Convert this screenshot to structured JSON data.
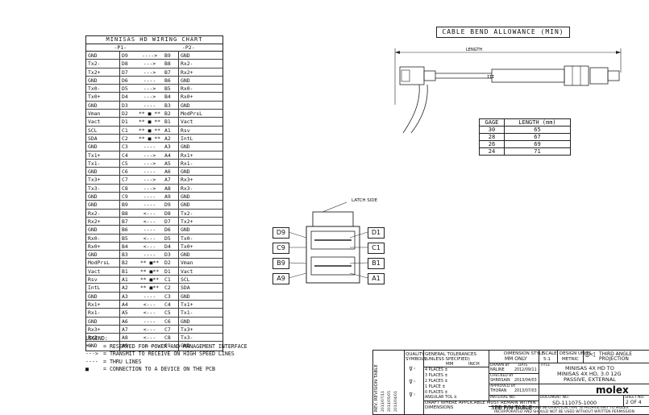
{
  "wiring_chart": {
    "title": "MINISAS HD WIRING CHART",
    "p1_label": "-P1-",
    "p2_label": "-P2-",
    "rows": [
      [
        "GND",
        "D9",
        "---->",
        "B9",
        "GND"
      ],
      [
        "Tx2-",
        "D8",
        "--->",
        "B8",
        "Rx2-"
      ],
      [
        "Tx2+",
        "D7",
        "--->",
        "B7",
        "Rx2+"
      ],
      [
        "GND",
        "D6",
        "----",
        "B6",
        "GND"
      ],
      [
        "Tx0-",
        "D5",
        "--->",
        "B5",
        "Rx0-"
      ],
      [
        "Tx0+",
        "D4",
        "--->",
        "B4",
        "Rx0+"
      ],
      [
        "GND",
        "D3",
        "----",
        "B3",
        "GND"
      ],
      [
        "Vman",
        "D2",
        "** ■   **",
        "B2",
        "ModPrsL"
      ],
      [
        "Vact",
        "D1",
        "** ■   **",
        "B1",
        "Vact"
      ],
      [
        "SCL",
        "C1",
        "** ■   **",
        "A1",
        "Rsv"
      ],
      [
        "SDA",
        "C2",
        "** ■   **",
        "A2",
        "IntL"
      ],
      [
        "GND",
        "C3",
        "----",
        "A3",
        "GND"
      ],
      [
        "Tx1+",
        "C4",
        "--->",
        "A4",
        "Rx1+"
      ],
      [
        "Tx1-",
        "C5",
        "--->",
        "A5",
        "Rx1-"
      ],
      [
        "GND",
        "C6",
        "----",
        "A6",
        "GND"
      ],
      [
        "Tx3+",
        "C7",
        "--->",
        "A7",
        "Rx3+"
      ],
      [
        "Tx3-",
        "C8",
        "--->",
        "A8",
        "Rx3-"
      ],
      [
        "GND",
        "C9",
        "----",
        "A9",
        "GND"
      ],
      [
        "GND",
        "B9",
        "----",
        "D9",
        "GND"
      ],
      [
        "Rx2-",
        "B8",
        "<---",
        "D8",
        "Tx2-"
      ],
      [
        "Rx2+",
        "B7",
        "<---",
        "D7",
        "Tx2+"
      ],
      [
        "GND",
        "B6",
        "----",
        "D6",
        "GND"
      ],
      [
        "Rx0-",
        "B5",
        "<---",
        "D5",
        "Tx0-"
      ],
      [
        "Rx0+",
        "B4",
        "<---",
        "D4",
        "Tx0+"
      ],
      [
        "GND",
        "B3",
        "----",
        "D3",
        "GND"
      ],
      [
        "ModPrsL",
        "B2",
        "**   ■**",
        "D2",
        "Vman"
      ],
      [
        "Vact",
        "B1",
        "**   ■**",
        "D1",
        "Vact"
      ],
      [
        "Rsv",
        "A1",
        "**   ■**",
        "C1",
        "SCL"
      ],
      [
        "IntL",
        "A2",
        "**   ■**",
        "C2",
        "SDA"
      ],
      [
        "GND",
        "A3",
        "----",
        "C3",
        "GND"
      ],
      [
        "Rx1+",
        "A4",
        "<---",
        "C4",
        "Tx1+"
      ],
      [
        "Rx1-",
        "A5",
        "<---",
        "C5",
        "Tx1-"
      ],
      [
        "GND",
        "A6",
        "----",
        "C6",
        "GND"
      ],
      [
        "Rx3+",
        "A7",
        "<---",
        "C7",
        "Tx3+"
      ],
      [
        "Rx3-",
        "A8",
        "<---",
        "C8",
        "Tx3-"
      ],
      [
        "GND",
        "A9",
        "----",
        "C9",
        "GND"
      ]
    ]
  },
  "legend": {
    "title": "LEGEND:",
    "items": [
      {
        "symbol": "**",
        "text": "= RESERVED FOR POWER AND MANAGEMENT INTERFACE"
      },
      {
        "symbol": "--->",
        "text": "= TRANSMIT TO RECEIVE ON HIGH SPEED LINES"
      },
      {
        "symbol": "----",
        "text": "= THRU LINES"
      },
      {
        "symbol": "■",
        "text": "= CONNECTION TO A DEVICE ON THE PCB"
      }
    ]
  },
  "cable_bend": {
    "title": "CABLE BEND ALLOWANCE (MIN)",
    "length_label": "LENGTH",
    "gage_header": [
      "GAGE",
      "LENGTH (mm)"
    ],
    "gage_rows": [
      [
        "30",
        "65"
      ],
      [
        "28",
        "67"
      ],
      [
        "26",
        "69"
      ],
      [
        "24",
        "71"
      ]
    ]
  },
  "connector_view": {
    "latch_label": "LATCH SIDE",
    "left_labels": [
      "D9",
      "C9",
      "B9",
      "A9"
    ],
    "right_labels": [
      "D1",
      "C1",
      "B1",
      "A1"
    ]
  },
  "title_block": {
    "quality_symbols": "QUALITY SYMBOLS",
    "general_tolerances": "GENERAL TOLERANCES (UNLESS SPECIFIED)",
    "mm_label": "MM",
    "inch_label": "INCH",
    "dimension_style": "DIMENSION STYLE",
    "mm_only": "MM ONLY",
    "scale_label": "SCALE",
    "scale_value": "5:1",
    "design_units": "DESIGN UNITS",
    "metric": "METRIC",
    "third_angle": "THIRD ANGLE PROJECTION",
    "places": [
      "4 PLACES ±",
      "3 PLACES ±",
      "2 PLACES ±",
      "1 PLACE ±",
      "0 PLACES ±"
    ],
    "angular": "ANGULAR TOL ±",
    "drawn_by": "DRAWN BY",
    "drawn_name": "NRLINE",
    "drawn_date": "2012/09/11",
    "checked_by": "CHECKED BY",
    "checked_name": "SHRRSAIN",
    "checked_date": "2013/04/03",
    "approved_by": "APPROVED BY",
    "approved_name": "THORAN",
    "approved_date": "2013/07/03",
    "date_label": "DATE",
    "title_label": "TITLE",
    "product_title_1": "MINISAS 4X HD TO",
    "product_title_2": "MINISAS 4X HD, 3.0 12G",
    "product_title_3": "PASSIVE, EXTERNAL",
    "logo": "molex",
    "material_no": "MATERIAL NO.",
    "material_value": "SEE P/N TABLE",
    "document_no": "DOCUMENT NO.",
    "document_value": "SD-111075-1000",
    "sheet_no": "SHEET NO.",
    "sheet_value": "2 OF 4",
    "draft_note": "DRAFT WHERE APPLICABLE MUST REMAIN WITHIN DIMENSIONS",
    "proprietary": "THIS DRAWING CONTAINS INFORMATION THAT IS PROPRIETARY TO MOLEX INCORPORATED AND SHOULD NOT BE USED WITHOUT WRITTEN PERMISSION",
    "rev_table": "REV. REVISION TABLE",
    "rev_entries": [
      "2013/07/11",
      "2013/05/05",
      "2013/04/01"
    ]
  }
}
